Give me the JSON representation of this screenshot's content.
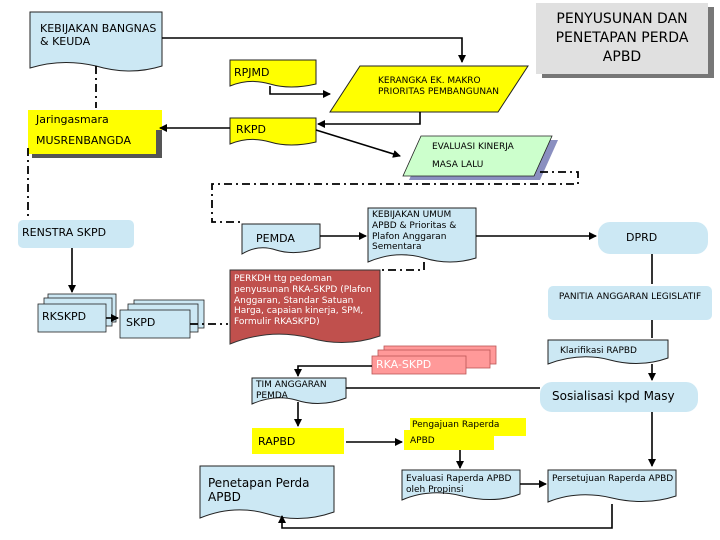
{
  "nodes": {
    "kebijakan_bangnas": "KEBIJAKAN BANGNAS & KEUDA",
    "penyusunan": "PENYUSUNAN DAN PENETAPAN PERDA APBD",
    "rpjmd": "RPJMD",
    "kerangka": "KERANGKA EK. MAKRO PRIORITAS PEMBANGUNAN",
    "jaringasmara": "Jaringasmara",
    "musrenbangda": "MUSRENBANGDA",
    "rkpd": "RKPD",
    "evaluasi_kinerja": "EVALUASI KINERJA",
    "masa_lalu": "MASA LALU",
    "renstra_skpd": "RENSTRA SKPD",
    "kebijakan_umum": "KEBIJAKAN UMUM APBD & Prioritas & Plafon Anggaran Sementara",
    "pemda": "PEMDA",
    "dprd": "DPRD",
    "rkskpd": "RKSKPD",
    "skpd": "SKPD",
    "perkdh": "PERKDH ttg pedoman penyusunan RKA-SKPD (Plafon Anggaran, Standar Satuan Harga, capaian kinerja, SPM, Formulir RKASKPD)",
    "panitia": "PANITIA ANGGARAN LEGISLATIF",
    "rka_skpd": "RKA-SKPD",
    "klarifikasi": "Klarifikasi RAPBD",
    "tim_anggaran": "TIM ANGGARAN PEMDA",
    "sosialisasi": "Sosialisasi kpd Masy",
    "pengajuan": "Pengajuan Raperda",
    "apbd": "APBD",
    "rapbd": "RAPBD",
    "penetapan": "Penetapan Perda APBD",
    "evaluasi_raperda": "Evaluasi Raperda APBD oleh Propinsi",
    "persetujuan": "Persetujuan Raperda APBD"
  },
  "colors": {
    "bluebox": "#cce8f4",
    "yellow": "#ffff00",
    "green": "#ccffcc",
    "red": "#c0504d",
    "pink": "#ff9999",
    "gray": "#e0e0e0",
    "line": "#000000"
  }
}
